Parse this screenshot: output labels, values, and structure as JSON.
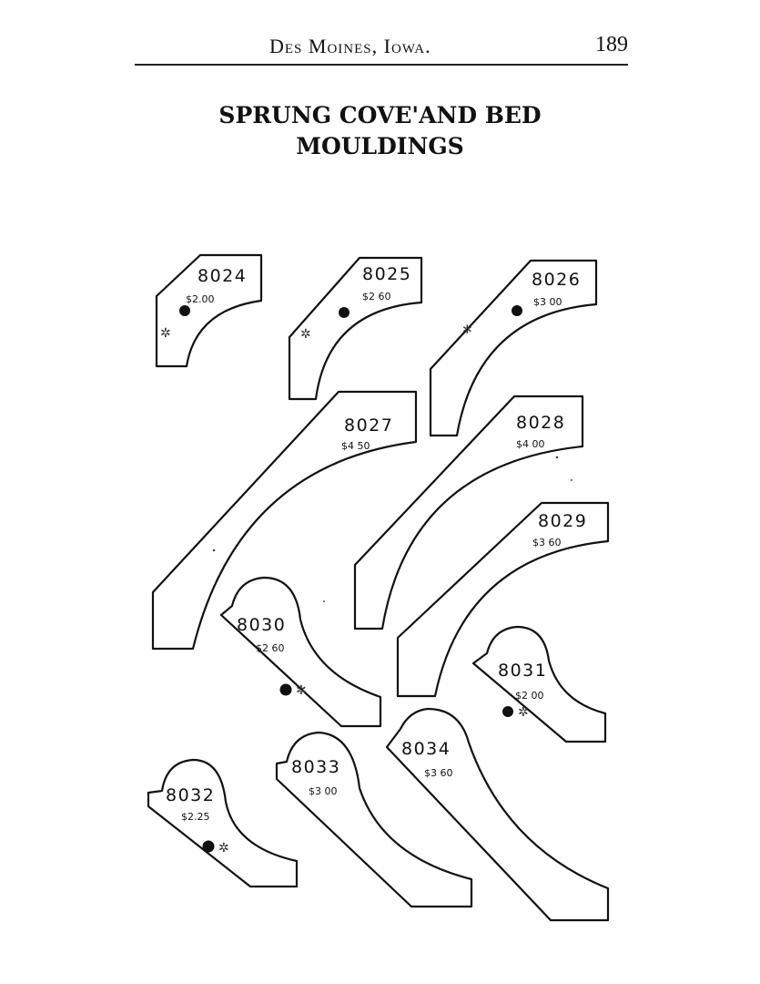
{
  "header": {
    "place": "Des Moines, Iowa.",
    "page_number": "189"
  },
  "title": {
    "line1": "SPRUNG COVE'AND BED",
    "line2": "MOULDINGS"
  },
  "mouldings": [
    {
      "number": "8024",
      "price": "$2.00"
    },
    {
      "number": "8025",
      "price": "$2 60"
    },
    {
      "number": "8026",
      "price": "$3 00"
    },
    {
      "number": "8027",
      "price": "$4 50"
    },
    {
      "number": "8028",
      "price": "$4 00"
    },
    {
      "number": "8029",
      "price": "$3 60"
    },
    {
      "number": "8030",
      "price": "$2 60"
    },
    {
      "number": "8031",
      "price": "$2 00"
    },
    {
      "number": "8032",
      "price": "$2.25"
    },
    {
      "number": "8033",
      "price": "$3 00"
    },
    {
      "number": "8034",
      "price": "$3 60"
    }
  ]
}
